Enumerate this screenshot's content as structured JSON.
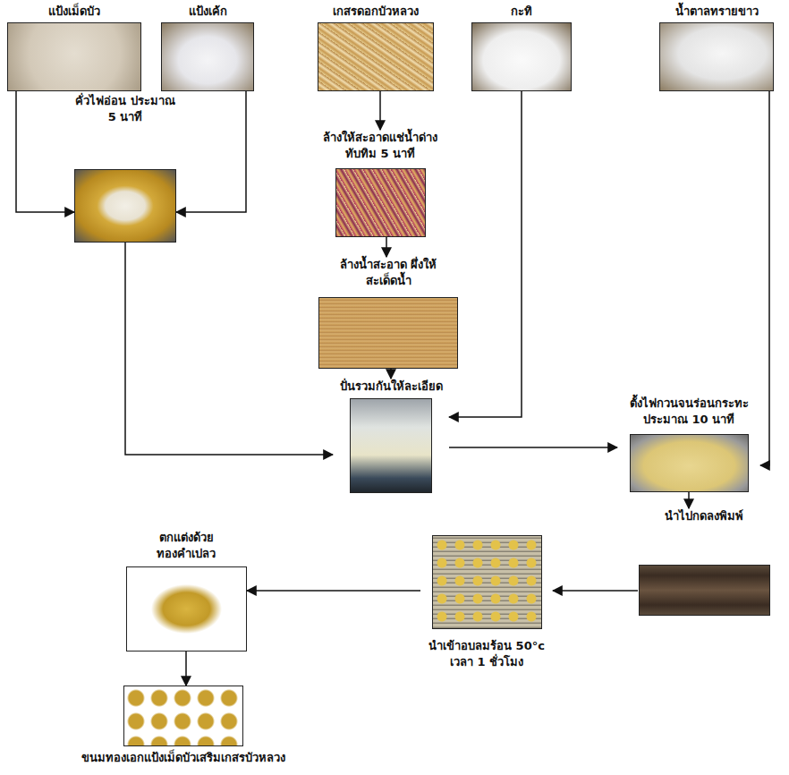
{
  "diagram": {
    "nodes": [
      {
        "text": [
          "แป้งเม็ดบัว"
        ]
      },
      {
        "text": [
          "แป้งเค้ก"
        ]
      },
      {
        "text": [
          "เกสรดอกบัวหลวง"
        ]
      },
      {
        "text": [
          "กะทิ"
        ]
      },
      {
        "text": [
          "น้ำตาลทรายขาว"
        ]
      },
      {
        "text": [
          "คั่วไฟอ่อน ประมาณ 5 นาที"
        ]
      },
      {
        "text": [
          "ล้างให้สะอาดแช่น้ำด่าง ทับทิม 5 นาที"
        ]
      },
      {
        "text": [
          "ล้างน้ำสะอาด ผึ่งให้สะเด็ดน้ำ"
        ]
      },
      {
        "text": [
          "ปั่นรวมกันให้ละเอียด"
        ]
      },
      {
        "text": [
          "ตั้งไฟกวนจนร่อนกระทะ ประมาณ 10 นาที"
        ]
      },
      {
        "text": [
          "นำไปกดลงพิมพ์"
        ]
      },
      {
        "text": [
          "นำเข้าอบลมร้อน 50°c เวลา 1 ชั่วโมง"
        ]
      },
      {
        "text": [
          "ตกแต่งด้วย ทองคำเปลว"
        ]
      },
      {
        "text": [
          "ขนมทองเอกแป้งเม็ดบัวเสริมเกสรบัวหลวง"
        ]
      }
    ],
    "edges": [
      {
        "from": 0,
        "to": 5,
        "arrow": "to"
      },
      {
        "from": 1,
        "to": 5,
        "arrow": "to"
      },
      {
        "from": 2,
        "to": 6,
        "arrow": "to"
      },
      {
        "from": 6,
        "to": 7,
        "arrow": "to"
      },
      {
        "from": 5,
        "to": 8,
        "arrow": "to"
      },
      {
        "from": 7,
        "to": 8,
        "arrow": "to"
      },
      {
        "from": 3,
        "to": 8,
        "arrow": "to"
      },
      {
        "from": 8,
        "to": 9,
        "arrow": "to"
      },
      {
        "from": 4,
        "to": 9,
        "arrow": "to"
      },
      {
        "from": 9,
        "to": 10,
        "arrow": "to"
      },
      {
        "from": 10,
        "to": 11,
        "arrow": "to"
      },
      {
        "from": 11,
        "to": 12,
        "arrow": "to"
      },
      {
        "from": 12,
        "to": 13,
        "arrow": "to"
      }
    ]
  }
}
